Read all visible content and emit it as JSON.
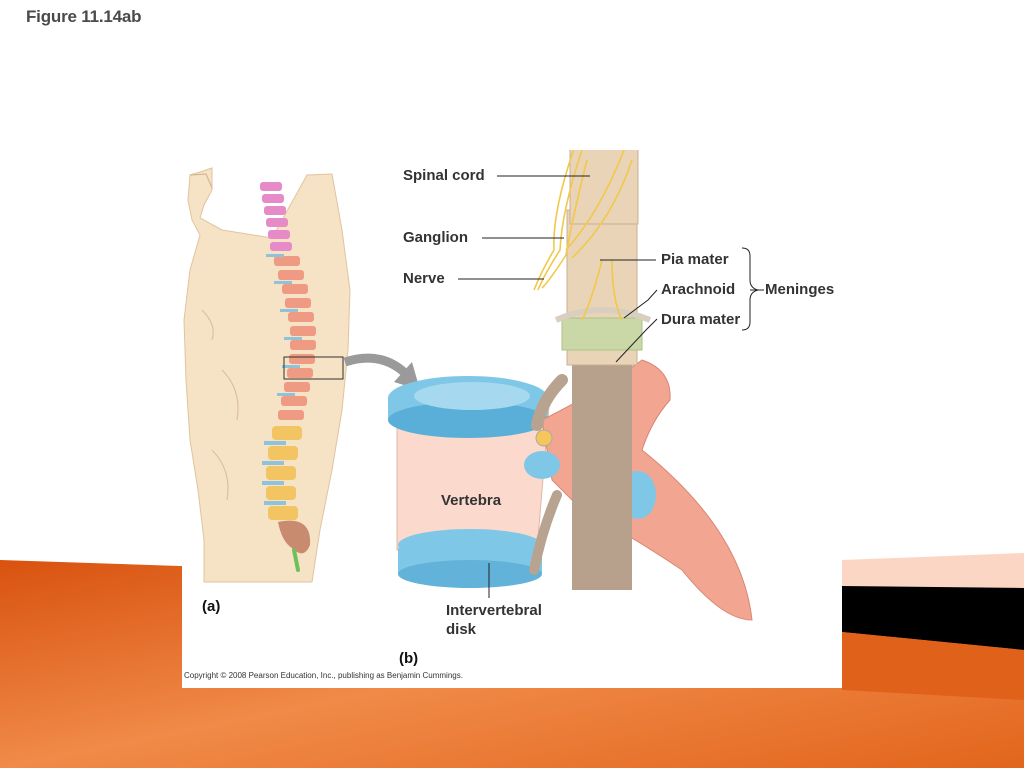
{
  "slide": {
    "title": "Figure 11.14ab",
    "colors": {
      "orange": "#e0611a",
      "orange_light": "#f29a5c",
      "black_band": "#000000",
      "peach": "#fbd6c4"
    }
  },
  "figure": {
    "panel_a_tag": "(a)",
    "panel_b_tag": "(b)",
    "labels": {
      "spinal_cord": "Spinal cord",
      "ganglion": "Ganglion",
      "nerve": "Nerve",
      "pia_mater": "Pia mater",
      "arachnoid": "Arachnoid",
      "dura_mater": "Dura mater",
      "meninges": "Meninges",
      "vertebra": "Vertebra",
      "intervertebral_line1": "Intervertebral",
      "intervertebral_line2": "disk"
    },
    "copyright": "Copyright © 2008 Pearson Education, Inc., publishing as Benjamin Cummings."
  }
}
